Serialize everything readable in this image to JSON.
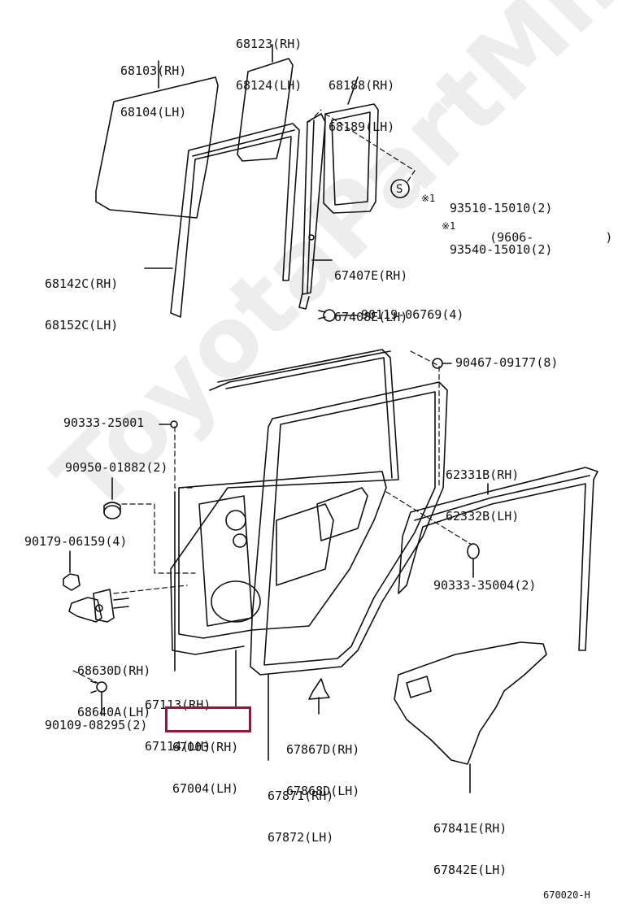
{
  "watermark": "ToyotaPartMine.ru",
  "diagram_code": "670020-H",
  "highlight_color": "#8b1a3b",
  "labels": {
    "p68123": [
      "68123(RH)",
      "68124(LH)"
    ],
    "p68103": [
      "68103(RH)",
      "68104(LH)"
    ],
    "p68188": [
      "68188(RH)",
      "68189(LH)"
    ],
    "p93510": [
      "93510-15010(2)",
      "93540-15010(2)"
    ],
    "p9606": "(9606-",
    "p68142": [
      "68142C(RH)",
      "68152C(LH)"
    ],
    "p67407": [
      "67407E(RH)",
      "67408E(LH)"
    ],
    "p90119": "90119-06769(4)",
    "p90467": "90467-09177(8)",
    "p90333a": "90333-25001",
    "p90950": "90950-01882(2)",
    "p62331": [
      "62331B(RH)",
      "62332B(LH)"
    ],
    "p90179": "90179-06159(4)",
    "p90333b": "90333-35004(2)",
    "p68630": [
      "68630D(RH)",
      "68640A(LH)"
    ],
    "p67113": [
      "67113(RH)",
      "67114(LH)"
    ],
    "p90109": "90109-08295(2)",
    "p67003": [
      "67003(RH)",
      "67004(LH)"
    ],
    "p67867": [
      "67867D(RH)",
      "67868D(LH)"
    ],
    "p67871": [
      "67871(RH)",
      "67872(LH)"
    ],
    "p67841": [
      "67841E(RH)",
      "67842E(LH)"
    ]
  },
  "markers": {
    "s_circle": "S",
    "note_mark": "※1"
  }
}
